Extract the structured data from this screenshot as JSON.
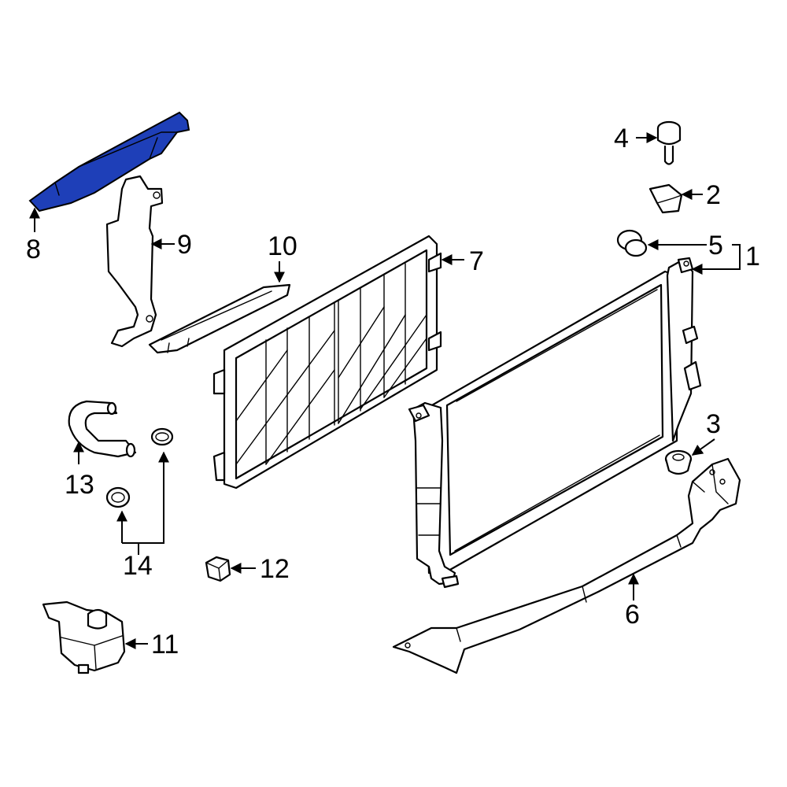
{
  "colors": {
    "highlight": "#1e3fb8",
    "line": "#000000",
    "background": "#ffffff"
  },
  "highlighted_part": "8",
  "callouts": {
    "c1": "1",
    "c2": "2",
    "c3": "3",
    "c4": "4",
    "c5": "5",
    "c6": "6",
    "c7": "7",
    "c8": "8",
    "c9": "9",
    "c10": "10",
    "c11": "11",
    "c12": "12",
    "c13": "13",
    "c14": "14"
  }
}
